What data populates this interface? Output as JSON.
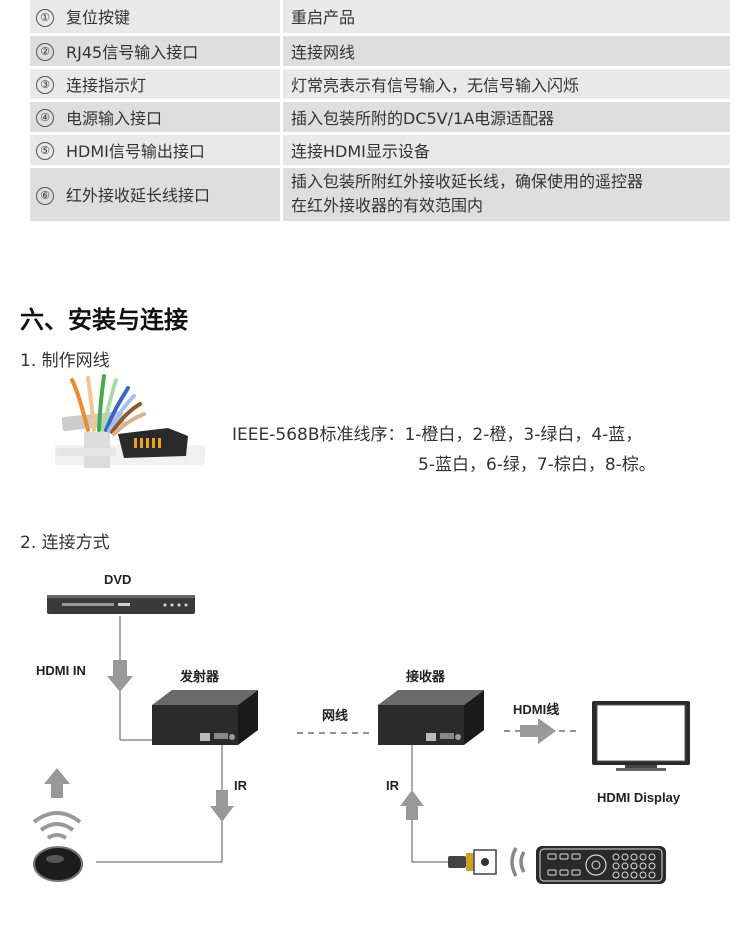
{
  "spec_rows": [
    {
      "num": "①",
      "name": "复位按键",
      "desc": "重启产品"
    },
    {
      "num": "②",
      "name": "RJ45信号输入接口",
      "desc": "连接网线"
    },
    {
      "num": "③",
      "name": "连接指示灯",
      "desc": "灯常亮表示有信号输入，无信号输入闪烁"
    },
    {
      "num": "④",
      "name": "电源输入接口",
      "desc": "插入包装所附的DC5V/1A电源适配器"
    },
    {
      "num": "⑤",
      "name": "HDMI信号输出接口",
      "desc": "连接HDMI显示设备"
    },
    {
      "num": "⑥",
      "name": "红外接收延长线接口",
      "desc": "插入包装所附红外接收延长线，确保使用的遥控器",
      "desc2": "在红外接收器的有效范围内"
    }
  ],
  "section_title": "六、安装与连接",
  "step1": "1. 制作网线",
  "wire_order_line1": "IEEE-568B标准线序：1-橙白，2-橙，3-绿白，4-蓝，",
  "wire_order_line2": "5-蓝白，6-绿，7-棕白，8-棕。",
  "step2": "2. 连接方式",
  "diagram": {
    "dvd": "DVD",
    "hdmi_in": "HDMI IN",
    "transmitter": "发射器",
    "receiver": "接收器",
    "network_cable": "网线",
    "hdmi_cable": "HDMI线",
    "ir_left": "IR",
    "ir_right": "IR",
    "hdmi_display": "HDMI Display"
  }
}
